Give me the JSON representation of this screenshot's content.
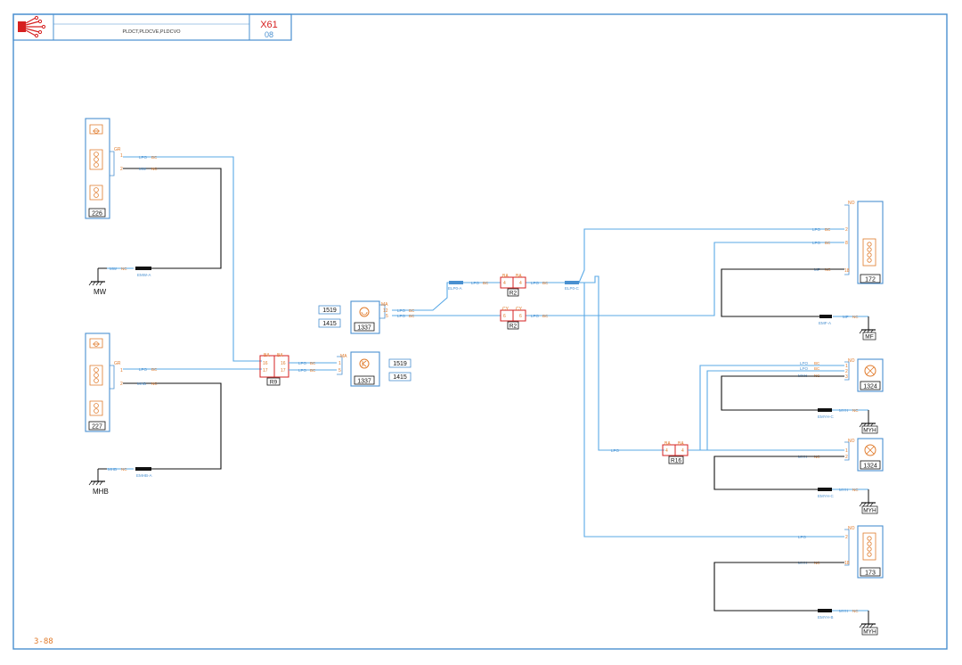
{
  "title_block": {
    "doc_code": "PLDCT,PLDCVE,PLDCVO",
    "sheet_code": "X61",
    "sheet_number": "08",
    "page_ref": "3-88"
  },
  "colors": {
    "frame": "#4a90d0",
    "wire_blue": "#5aa9e6",
    "wire_black": "#111111",
    "accent_red": "#d62020",
    "pin_orange": "#e07a2a",
    "label_gray": "#333333"
  },
  "components": [
    {
      "id": "226",
      "pins": [
        "1",
        "2"
      ],
      "code": "GR"
    },
    {
      "id": "227",
      "pins": [
        "1",
        "2"
      ],
      "code": "GR"
    },
    {
      "id": "1337a",
      "label": "1337",
      "code": "MA",
      "pins": [
        "12",
        "5"
      ],
      "refs": [
        "1519",
        "1415"
      ]
    },
    {
      "id": "1337b",
      "label": "1337",
      "code": "MA",
      "pins": [
        "1",
        "5"
      ],
      "refs": [
        "1519",
        "1415"
      ]
    },
    {
      "id": "172",
      "code": "NO",
      "pins": [
        "2",
        "8",
        "18"
      ]
    },
    {
      "id": "1324a",
      "label": "1324",
      "code": "NO",
      "pins": [
        "1",
        "2",
        "3"
      ]
    },
    {
      "id": "1324b",
      "label": "1324",
      "code": "NO",
      "pins": [
        "1",
        "2"
      ]
    },
    {
      "id": "173",
      "code": "NO",
      "pins": [
        "2",
        "18"
      ]
    }
  ],
  "connectors": [
    {
      "id": "R9",
      "code": "BA",
      "pins": [
        "16",
        "17"
      ]
    },
    {
      "id": "R2a",
      "label": "R2",
      "code": "BA",
      "pins": [
        "4"
      ]
    },
    {
      "id": "R2b",
      "label": "R2",
      "code": "CY",
      "pins": [
        "6"
      ]
    },
    {
      "id": "R16",
      "code": "BA",
      "pins": [
        "4"
      ]
    }
  ],
  "grounds": [
    {
      "id": "MW",
      "splice": "EMW-A"
    },
    {
      "id": "MHB",
      "splice": "EMHB-A"
    },
    {
      "id": "MF",
      "splice": "EMF-A"
    },
    {
      "id": "MYH_1",
      "label": "MYH",
      "splice": "EMYH-C"
    },
    {
      "id": "MYH_2",
      "label": "MYH",
      "splice": "EMYH-C"
    },
    {
      "id": "MYH_3",
      "label": "MYH",
      "splice": "EMYH-B"
    }
  ],
  "splices": [
    "ELP0-A",
    "ELP0-C"
  ],
  "wire_labels": {
    "lpo": "LPO",
    "bc": "BC",
    "mw": "MW",
    "nc": "NC",
    "mhb": "MHB",
    "mf": "MF",
    "myh": "MYH",
    "mf_nc": "NC",
    "gr": "GR"
  }
}
